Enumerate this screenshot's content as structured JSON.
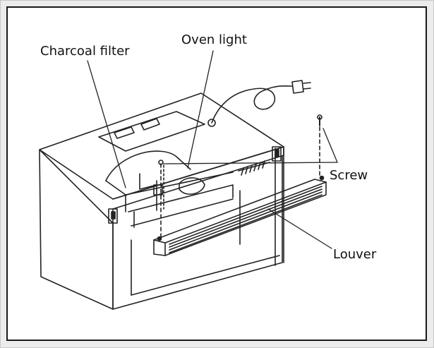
{
  "labels": {
    "charcoal_filter": "Charcoal filter",
    "oven_light": "Oven light",
    "screw": "Screw",
    "louver": "Louver"
  },
  "colors": {
    "line": "#222222",
    "panel_border": "#1a1a1a",
    "background": "#ececec"
  }
}
